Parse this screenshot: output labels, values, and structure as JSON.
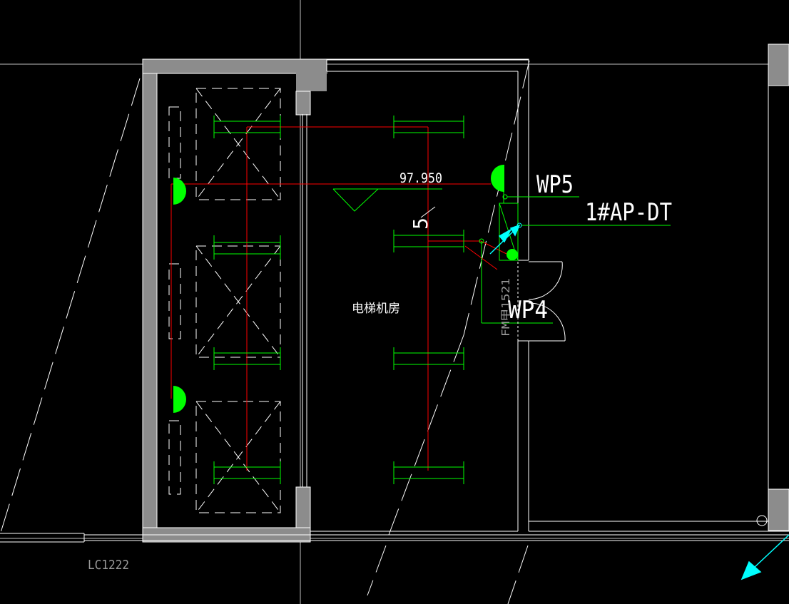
{
  "drawing": {
    "room_name": "电梯机房",
    "elevation": "97.950",
    "number_5": "5",
    "panels": [
      "WP5",
      "1#AP-DT",
      "WP4"
    ],
    "door_code": "FM甲1521",
    "window_code": "LC1222"
  },
  "colors": {
    "background": "#000000",
    "wall": "#ffffff",
    "wall_fill": "#8c8c8c",
    "green": "#00ff00",
    "red": "#ff0000",
    "cyan": "#00ffff",
    "white_text": "#ffffff",
    "gray_text": "#9a9a9a"
  },
  "icons": {
    "lamp": "green-half-circle-lamp-icon",
    "cable_arrow": "cyan-arrow-icon"
  }
}
